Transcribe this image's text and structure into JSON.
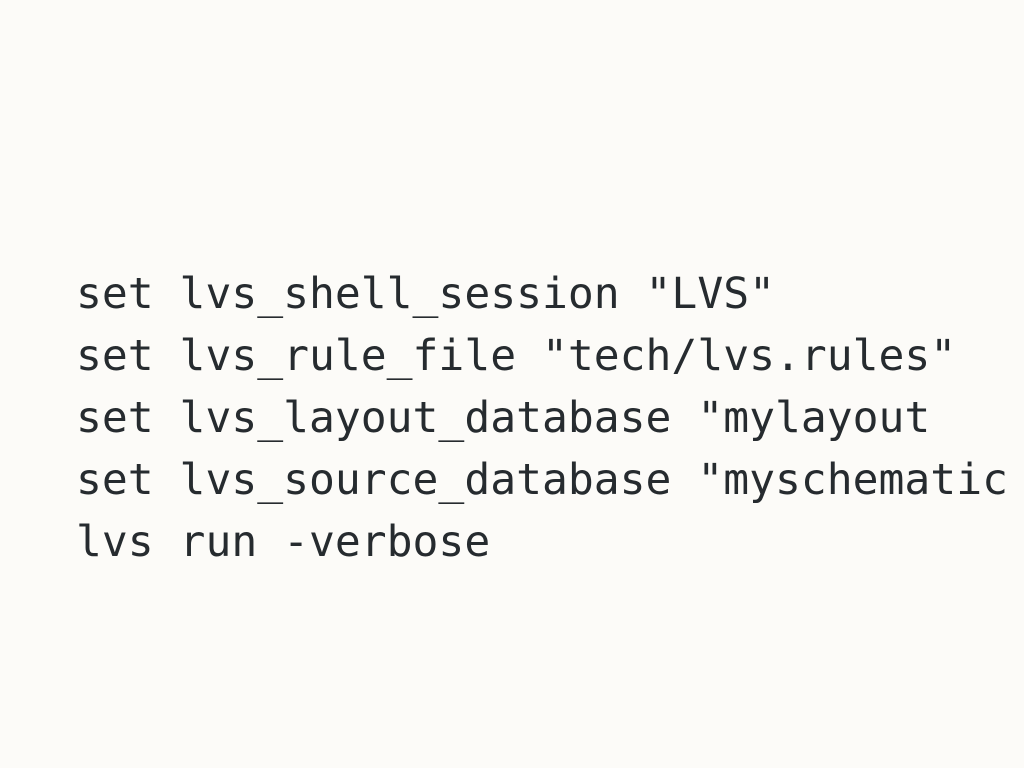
{
  "page": {
    "background_color": "#fcfbf8",
    "text_color": "#262b2f"
  },
  "code": {
    "lines": [
      "set lvs_shell_session \"LVS\"",
      "set lvs_rule_file \"tech/lvs.rules\"",
      "set lvs_layout_database \"mylayout",
      "set lvs_source_database \"myschematic",
      "lvs run -verbose"
    ]
  }
}
